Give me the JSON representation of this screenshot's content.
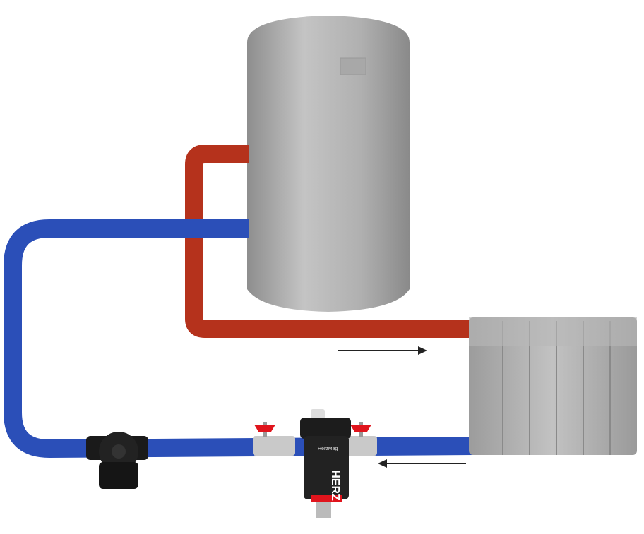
{
  "filter": {
    "model_label": "HerzMag",
    "brand_logo": "HERZ"
  },
  "flow_arrows": [
    {
      "name": "supply-flow",
      "direction": "right"
    },
    {
      "name": "return-flow",
      "direction": "left"
    }
  ],
  "colors": {
    "hot_pipe": "#b8321c",
    "cold_pipe": "#2a4fb5",
    "tank": "#b5b5b5",
    "radiator": "#a9a9a9",
    "valve_handle": "#e0141c"
  }
}
